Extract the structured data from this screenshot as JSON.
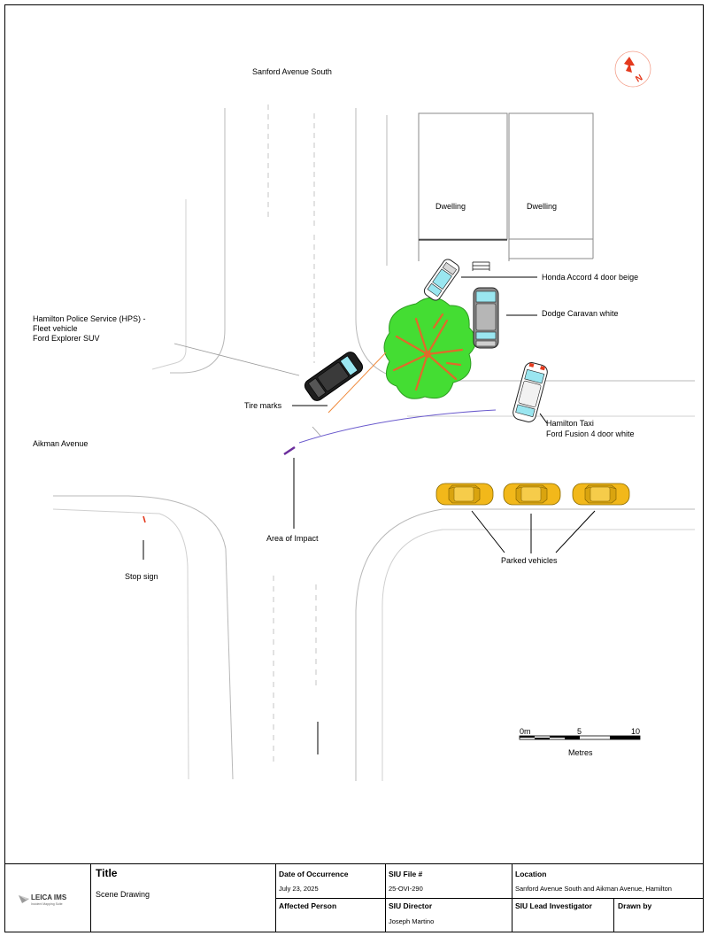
{
  "labels": {
    "street_north": "Sanford Avenue South",
    "street_west": "Aikman Avenue",
    "dwelling_1": "Dwelling",
    "dwelling_2": "Dwelling",
    "honda": "Honda Accord 4 door beige",
    "dodge": "Dodge Caravan white",
    "hps_line1": "Hamilton Police Service (HPS) -",
    "hps_line2": "Fleet vehicle",
    "hps_line3": "Ford Explorer SUV",
    "tire_marks": "Tire marks",
    "taxi_line1": "Hamilton Taxi",
    "taxi_line2": "Ford Fusion 4 door white",
    "area_of_impact": "Area of Impact",
    "parked_vehicles": "Parked vehicles",
    "stop_sign": "Stop sign"
  },
  "north_arrow": {
    "letter": "N"
  },
  "scale_bar": {
    "tick_0": "0m",
    "tick_5": "5",
    "tick_10": "10",
    "unit": "Metres"
  },
  "title_block": {
    "logo_name": "LEICA IMS",
    "logo_tagline": "Incident Mapping Suite",
    "title_header": "Title",
    "title_value": "Scene Drawing",
    "date_header": "Date of Occurrence",
    "date_value": "July 23, 2025",
    "file_header": "SIU File #",
    "file_value": "25-OVI-290",
    "location_header": "Location",
    "location_value": "Sanford Avenue South and Aikman Avenue, Hamilton",
    "affected_header": "Affected Person",
    "director_header": "SIU Director",
    "director_value": "Joseph Martino",
    "investigator_header": "SIU Lead Investigator",
    "drawn_header": "Drawn by"
  },
  "colors": {
    "road_edge": "#b8b8b8",
    "tree_green": "#44dd33",
    "tree_branch": "#e06a2a",
    "taxi_yellow": "#f2b81a",
    "window_cyan": "#9ae6f0",
    "hps_black": "#1e1e1e",
    "north_red": "#e43a1e",
    "path_purple": "#6a5acd",
    "tire_mark_orange": "#f08a3c"
  }
}
